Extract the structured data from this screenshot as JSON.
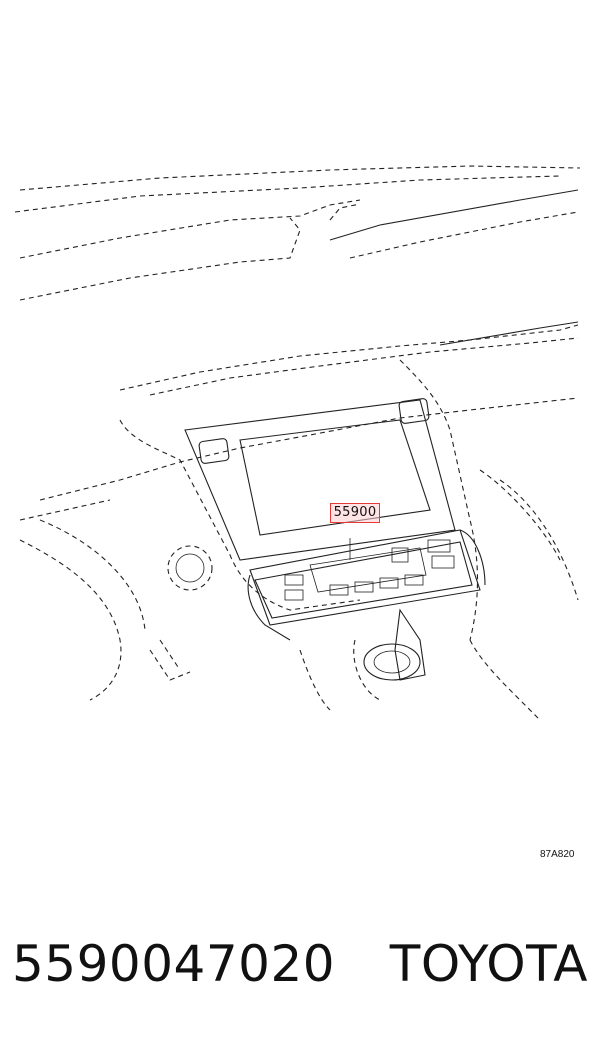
{
  "callout": {
    "label": "55900"
  },
  "reference_code": "87A820",
  "footer": {
    "part_number": "5590047020",
    "brand": "TOYOTA"
  }
}
